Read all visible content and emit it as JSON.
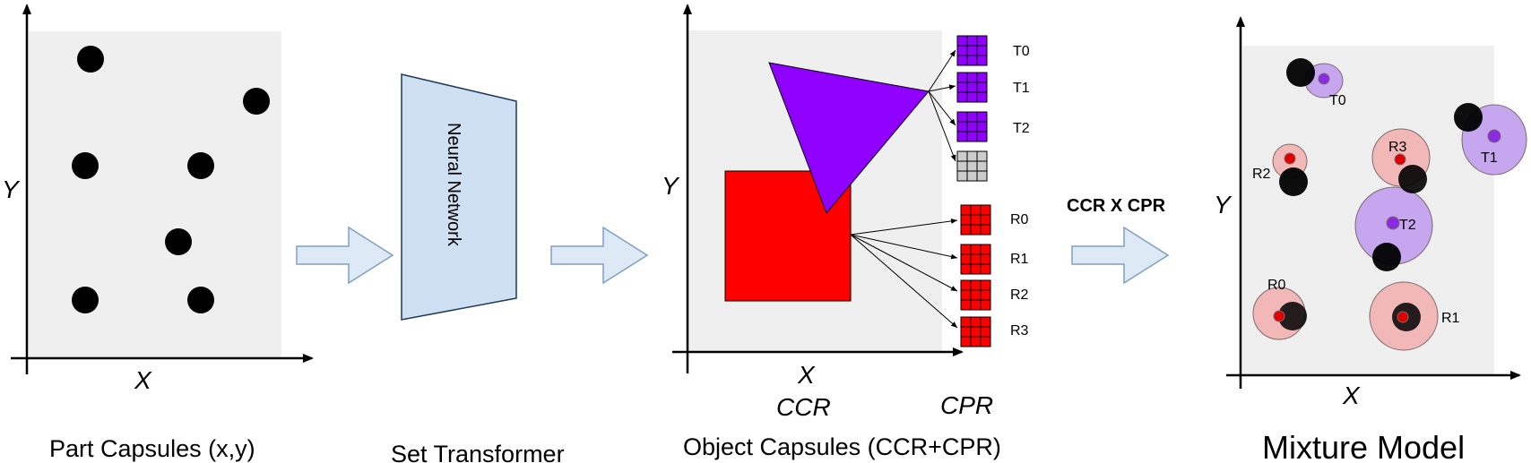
{
  "colors": {
    "panel_bg": "#efefef",
    "point": "#000000",
    "arrow_fill": "#dde9f5",
    "arrow_stroke": "#7f9fc3",
    "network_fill": "#cfe0f2",
    "network_stroke": "#1f3a5a",
    "triangle": "#8f00ff",
    "square": "#ff0000",
    "template_gray": "#cccccc",
    "pink_blob": "#f2b8b8",
    "purple_blob": "#c7a6f0",
    "red_dot": "#e00000",
    "purple_dot": "#8a2be2"
  },
  "panel1": {
    "x_label": "X",
    "y_label": "Y",
    "caption": "Part Capsules (x,y)"
  },
  "network": {
    "label": "Neural Network",
    "caption": "Set Transformer"
  },
  "panel2": {
    "x_label": "X",
    "y_label": "Y",
    "ccr_label": "CCR",
    "cpr_label": "CPR",
    "caption": "Object Capsules (CCR+CPR)",
    "templates": [
      "T0",
      "T1",
      "T2",
      "R0",
      "R1",
      "R2",
      "R3"
    ]
  },
  "operation": {
    "label": "CCR X CPR"
  },
  "panel3": {
    "x_label": "X",
    "y_label": "Y",
    "caption": "Mixture Model",
    "labels": [
      "T0",
      "T1",
      "T2",
      "R0",
      "R1",
      "R2",
      "R3"
    ]
  },
  "icons": [
    "right-arrow-icon",
    "grid-template-icon"
  ]
}
